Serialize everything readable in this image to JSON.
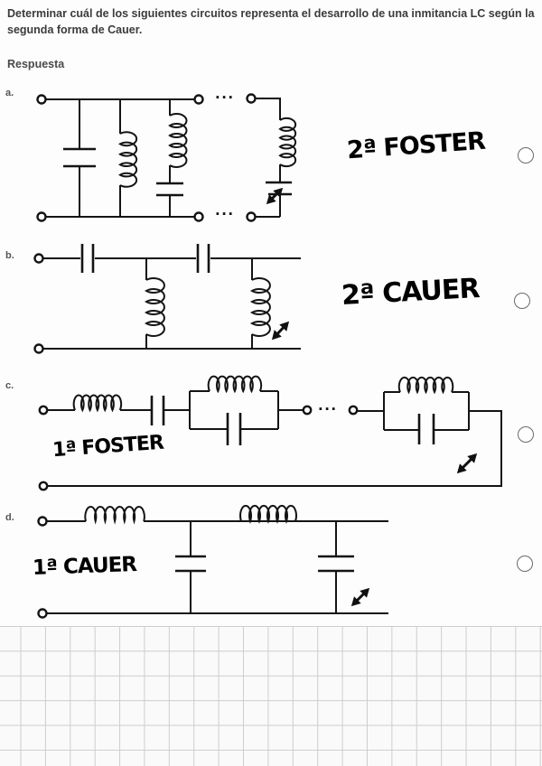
{
  "question_lines": [
    "Determinar cuál de los siguientes circuitos representa el desarrollo de una inmitancia LC según la",
    "segunda forma de Cauer."
  ],
  "respuesta_label": "Respuesta",
  "options": [
    {
      "letter": "a.",
      "annotation": "2ª FOSTER",
      "ellipsis_top": "...",
      "ellipsis_bottom": "..."
    },
    {
      "letter": "b.",
      "annotation": "2ª CAUER"
    },
    {
      "letter": "c.",
      "annotation": "1ª FOSTER",
      "ellipsis": "..."
    },
    {
      "letter": "d.",
      "annotation": "1ª CAUER"
    }
  ],
  "colors": {
    "ink": "#141414",
    "question_text": "#3b3b3b",
    "label_gray": "#555555",
    "grid_line": "#cdcdcd",
    "radio_border": "#6a6a6a",
    "handwriting": "#000000"
  }
}
